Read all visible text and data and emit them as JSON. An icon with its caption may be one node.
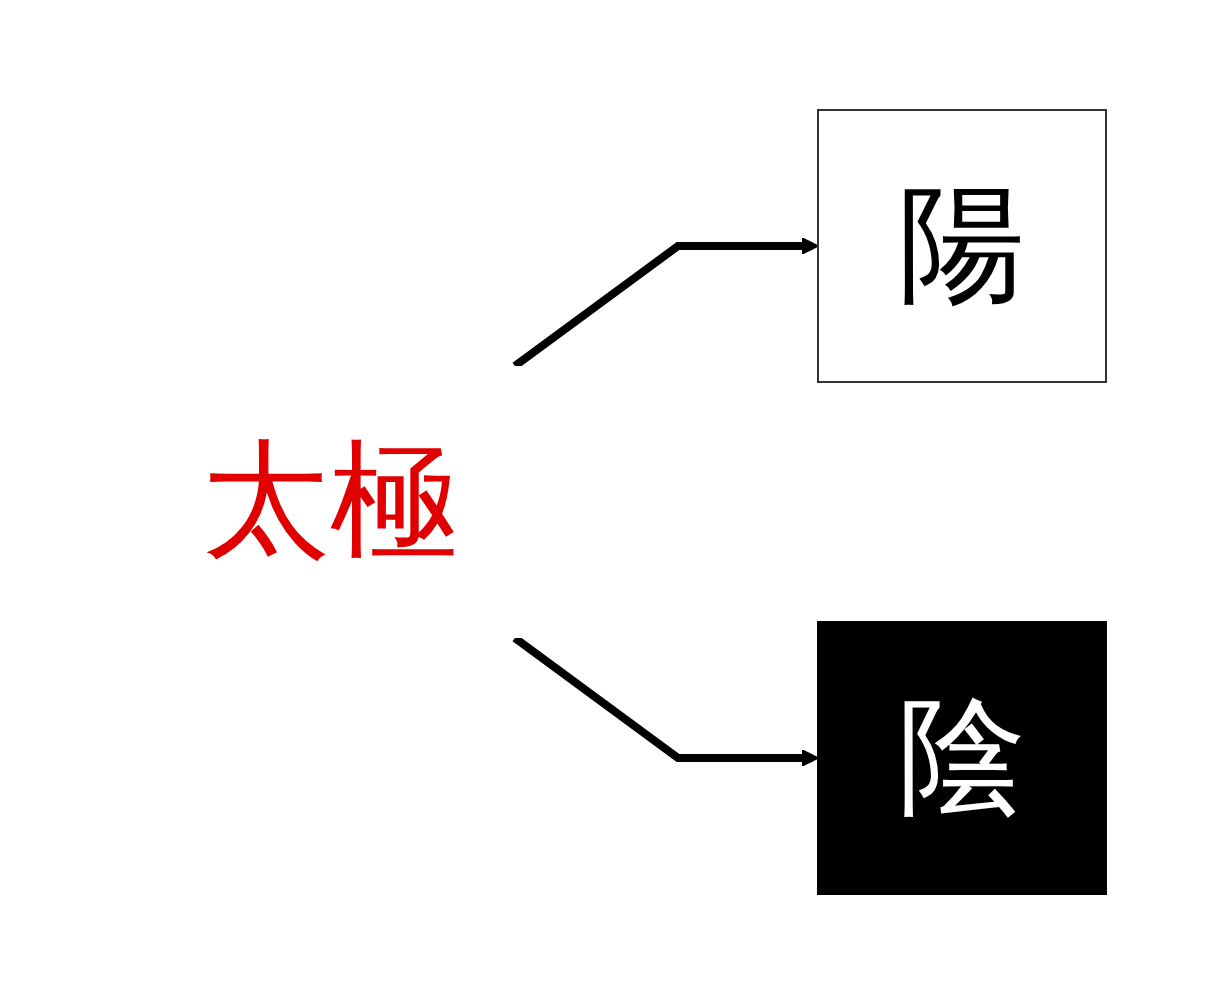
{
  "diagram": {
    "nodes": [
      {
        "text": [
          "太極"
        ]
      },
      {
        "text": [
          "陽"
        ]
      },
      {
        "text": [
          "陰"
        ]
      }
    ],
    "edges": [
      {
        "from": 0,
        "to": 1,
        "arrow": "to"
      },
      {
        "from": 0,
        "to": 2,
        "arrow": "to"
      }
    ]
  }
}
